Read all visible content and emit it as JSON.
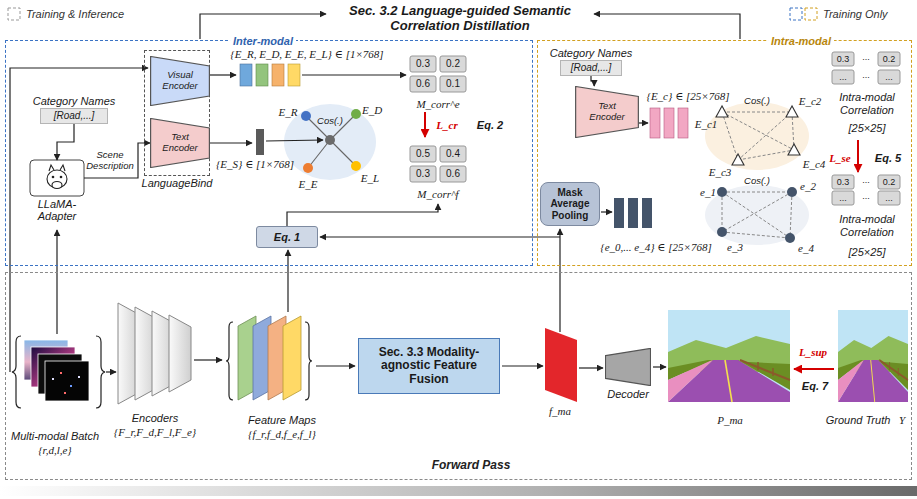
{
  "diagram": {
    "title": "Sec. 3.2 Language-guided Semantic Correlation Distillation",
    "nodes": [
      {
        "text": [
          "Inter-modal"
        ]
      },
      {
        "text": [
          "Category Names",
          "[Road,...]"
        ],
        "in": 0
      },
      {
        "text": [
          "LLaMA-Adapter"
        ],
        "in": 0
      },
      {
        "text": [
          "LanguageBind"
        ],
        "in": 0
      },
      {
        "text": [
          "Visual Encoder"
        ],
        "in": 3
      },
      {
        "text": [
          "Text Encoder"
        ],
        "in": 3
      },
      {
        "text": [
          "Eq. 1"
        ],
        "in": 0
      },
      {
        "text": [
          "Intra-modal"
        ]
      },
      {
        "text": [
          "Category Names",
          "[Road,...]"
        ],
        "in": 7
      },
      {
        "text": [
          "Text Encoder"
        ],
        "in": 7
      },
      {
        "text": [
          "Mask Average Pooling"
        ],
        "in": 7
      },
      {
        "text": [
          "Forward Pass"
        ]
      },
      {
        "text": [
          "Sec. 3.3 Modality-agnostic Feature Fusion"
        ],
        "in": 11
      },
      {
        "text": [
          "Decoder"
        ],
        "in": 11
      }
    ],
    "edges": [
      {
        "from": 1,
        "to": 2,
        "arrow": "to"
      },
      {
        "from": 2,
        "to": 5,
        "label": "Scene Description",
        "arrow": "to"
      },
      {
        "from": 8,
        "to": 9,
        "arrow": "to"
      }
    ],
    "labels": [
      "{E_R, E_D, E_E, E_L} ∈ [1×768]",
      "{E_S} ∈ [1×768]",
      "Cos(.)",
      "E_R",
      "E_D",
      "E_E",
      "E_L",
      "0.3",
      "0.2",
      "0.6",
      "0.1",
      "M_corr^e",
      "L_cr",
      "Eq. 2",
      "0.5",
      "0.4",
      "0.3",
      "0.6",
      "M_corr^f",
      "{E_c} ∈ [25×768]",
      "Cos(.)",
      "E_c1",
      "E_c2",
      "E_c3",
      "E_c4",
      "0.3",
      "...",
      "0.2",
      "...",
      "...",
      "...",
      "Intra-modal Correlation",
      "[25×25]",
      "L_se",
      "Eq. 5",
      "{e_0,... e_4} ∈ [25×768]",
      "Cos(.)",
      "e_1",
      "e_2",
      "e_3",
      "e_4",
      "0.3",
      "...",
      "0.2",
      "...",
      "...",
      "...",
      "Intra-modal Correlation",
      "[25×25]",
      "Multi-modal Batch",
      "{r,d,l,e}",
      "Encoders",
      "{F_r,F_d,F_l,F_e}",
      "Feature Maps",
      "{f_r,f_d,f_e,f_l}",
      "f_ma",
      "P_ma",
      "L_sup",
      "Eq. 7",
      "Ground Truth",
      "Y"
    ],
    "legend": [
      {
        "text": "Training & Inference"
      },
      {
        "text": "Training Only"
      }
    ]
  }
}
